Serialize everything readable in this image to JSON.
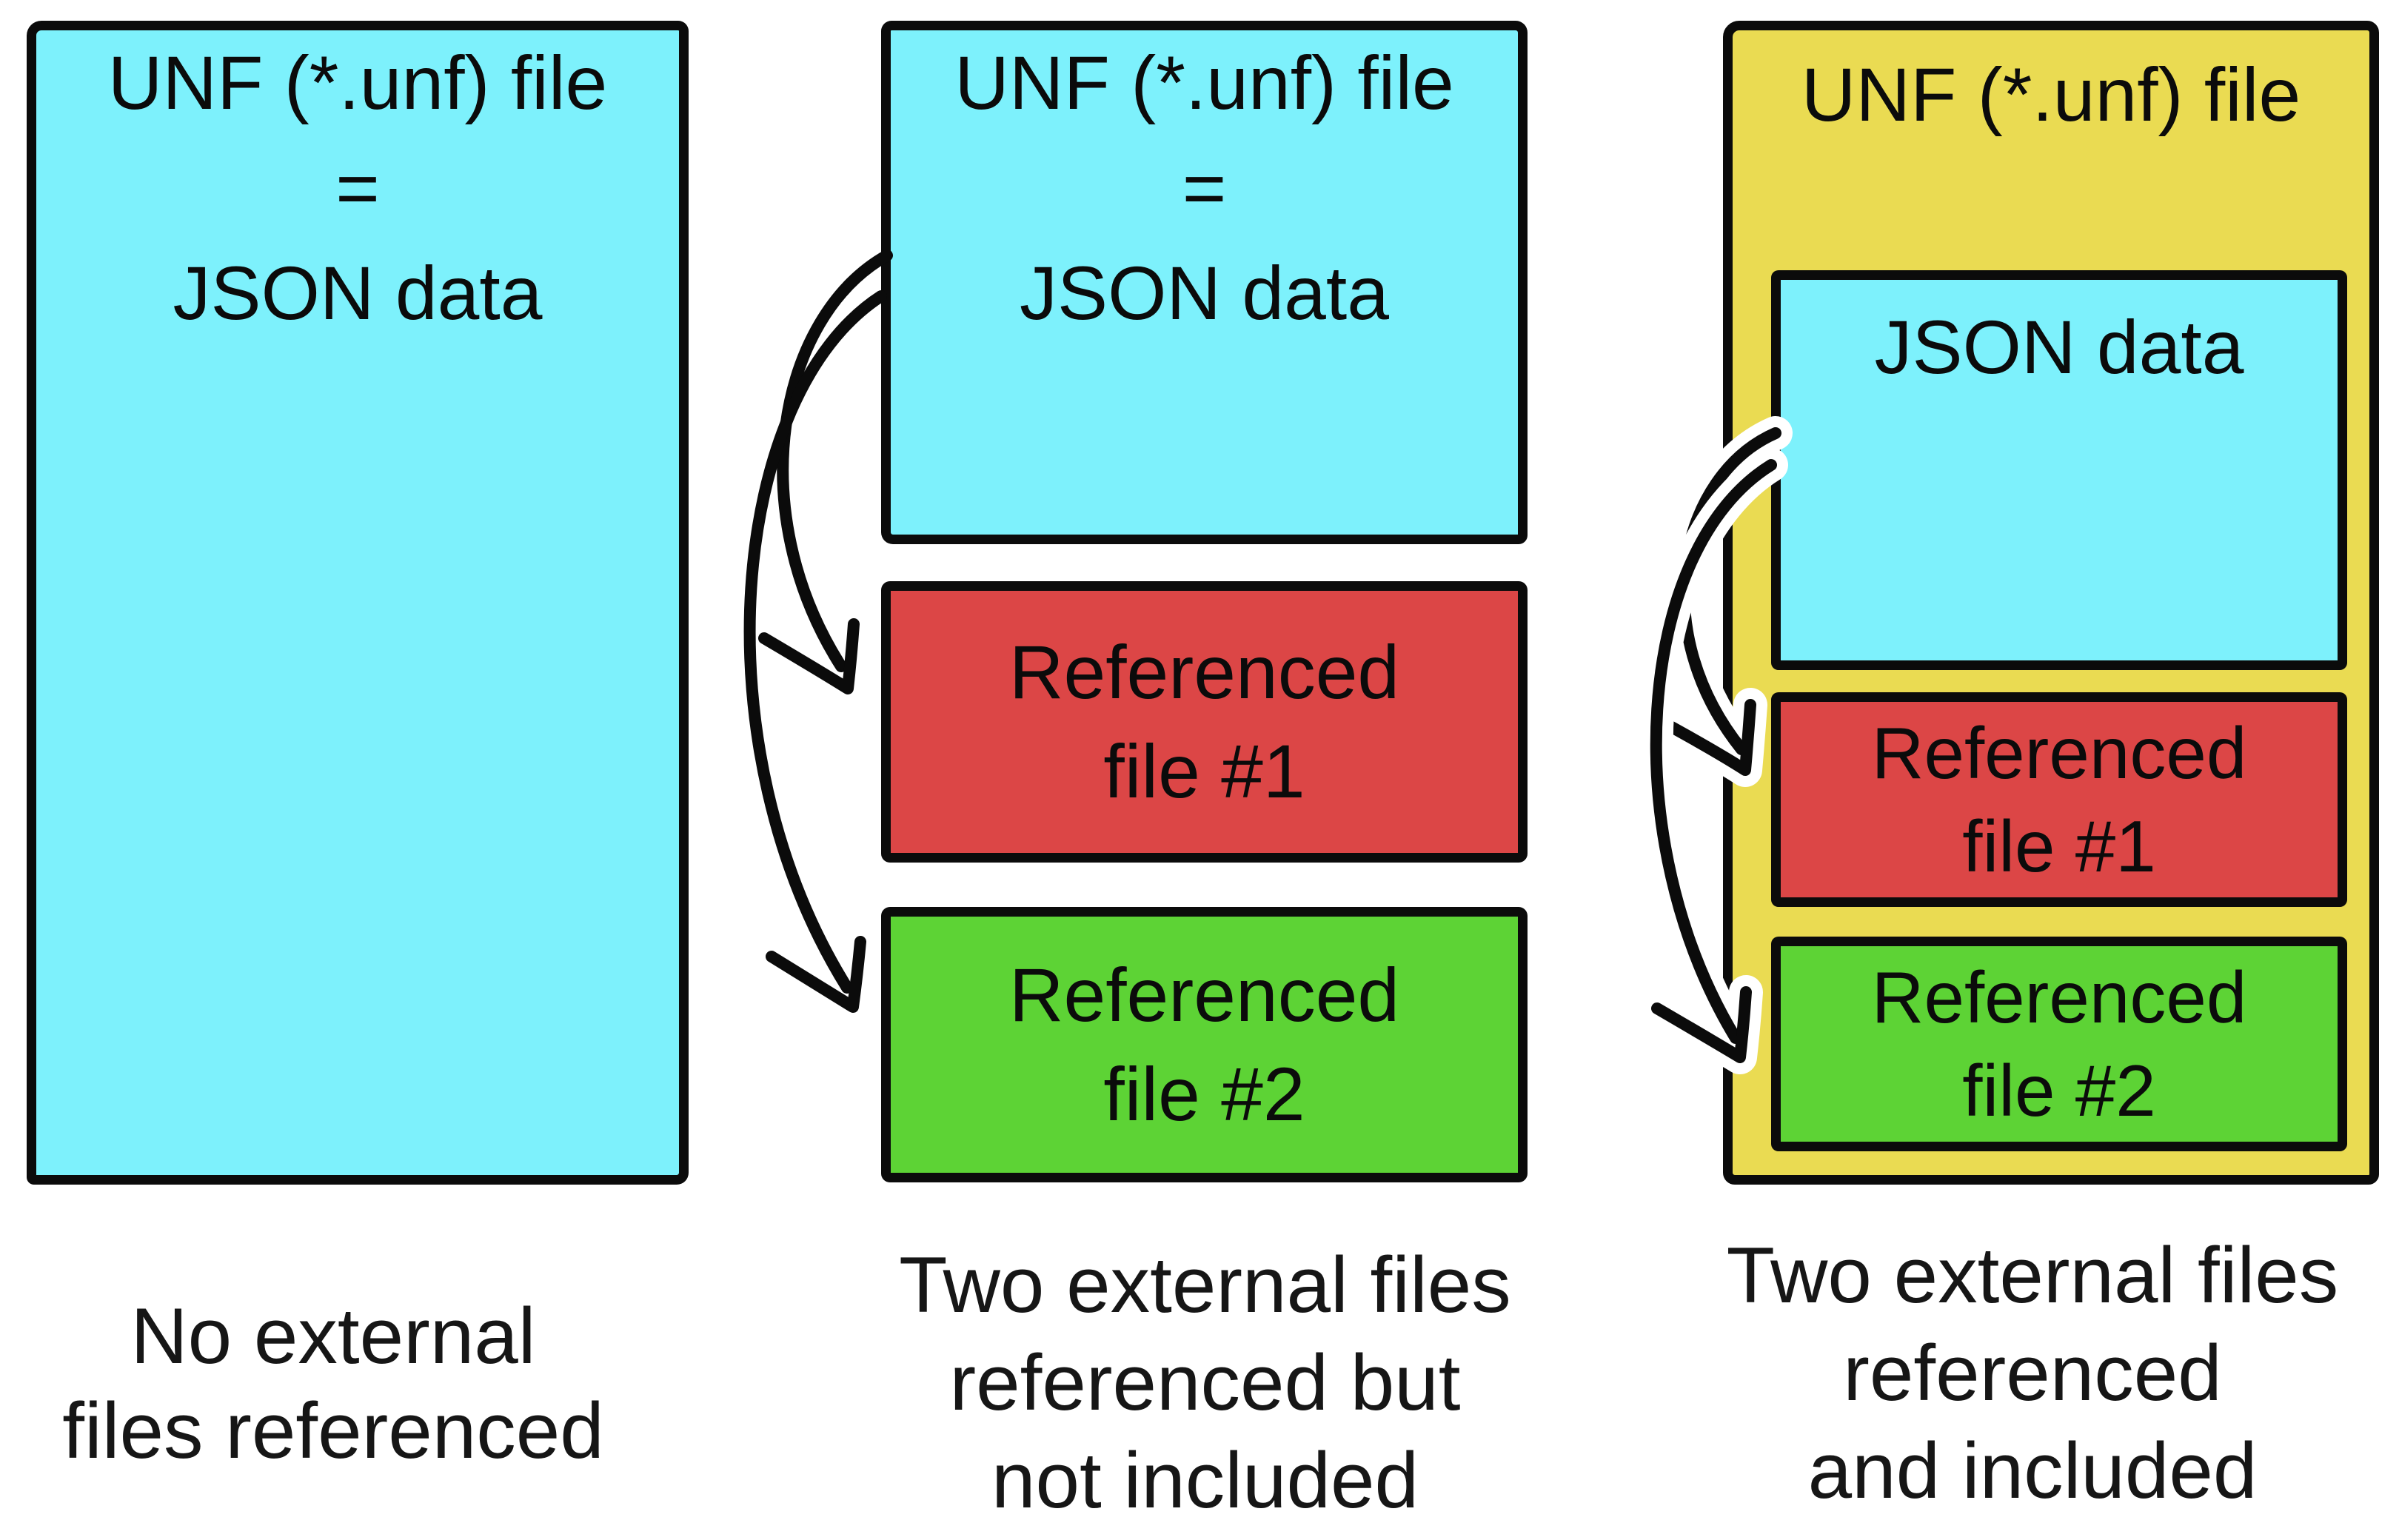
{
  "figure": {
    "left_column": {
      "unf_box_lines": [
        "UNF (*.unf) file",
        "=",
        "JSON data"
      ],
      "caption_lines": [
        "No external",
        "files referenced"
      ]
    },
    "middle_column": {
      "unf_box_lines": [
        "UNF (*.unf) file",
        "=",
        "JSON data"
      ],
      "referenced_file_1_lines": [
        "Referenced",
        "file #1"
      ],
      "referenced_file_2_lines": [
        "Referenced",
        "file #2"
      ],
      "caption_lines": [
        "Two external files",
        "referenced but",
        "not included"
      ]
    },
    "right_column": {
      "unf_box_title": "UNF (*.unf) file",
      "json_box_label": "JSON data",
      "referenced_file_1_lines": [
        "Referenced",
        "file #1"
      ],
      "referenced_file_2_lines": [
        "Referenced",
        "file #2"
      ],
      "caption_lines": [
        "Two external files",
        "referenced",
        "and included"
      ]
    },
    "colors": {
      "json_data_cyan": "#7df1fc",
      "referenced_file_1_red": "#dc4646",
      "referenced_file_2_green": "#5dd335",
      "unf_container_yellow": "#eadb52",
      "ink": "#0b0b0b"
    }
  }
}
